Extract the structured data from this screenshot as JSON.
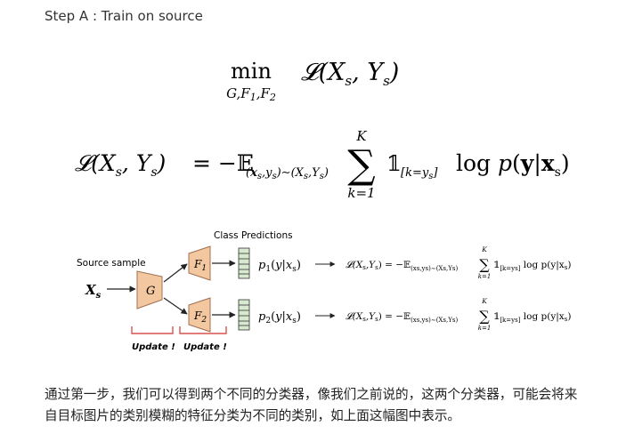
{
  "header": {
    "step_title": "Step A : Train on source"
  },
  "equations": {
    "objective": {
      "op": "min",
      "sub": "G,F1,F2",
      "loss": "𝓛(Xₛ, Yₛ)"
    },
    "loss_def": {
      "lhs": "𝓛(Xs, Ys)",
      "eq": "= −𝔼",
      "expect_sub": "(xs,ys)∼(Xs,Ys)",
      "sum_top": "K",
      "sum_bottom": "k=1",
      "indicator": "𝟙",
      "indicator_sub": "[k=ys]",
      "log_term": "log p(y|xs)"
    }
  },
  "diagram": {
    "class_predictions_label": "Class Predictions",
    "source_sample_label": "Source sample",
    "input_label": "Xs",
    "generator_label": "G",
    "classifier1_label": "F1",
    "classifier2_label": "F2",
    "p1_label": "p1(y|xs)",
    "p2_label": "p2(y|xs)",
    "loss_short": "𝓛(Xs, Ys) = −𝔼(xs,ys)∼(Xs,Ys) Σ 𝟙[k=ys] log p(y|xs)",
    "sum_top": "K",
    "sum_bottom": "k=1",
    "update1_label": "Update !",
    "update2_label": "Update !",
    "colors": {
      "block_fill": "#f3c7a0",
      "block_stroke": "#a07050",
      "bracket": "#d9534f",
      "bar_fill": "#d7ead0"
    }
  },
  "caption": {
    "text": "通过第一步，我们可以得到两个不同的分类器，像我们之前说的，这两个分类器，可能会将来自目标图片的类别模糊的特征分类为不同的类别，如上面这幅图中表示。"
  }
}
